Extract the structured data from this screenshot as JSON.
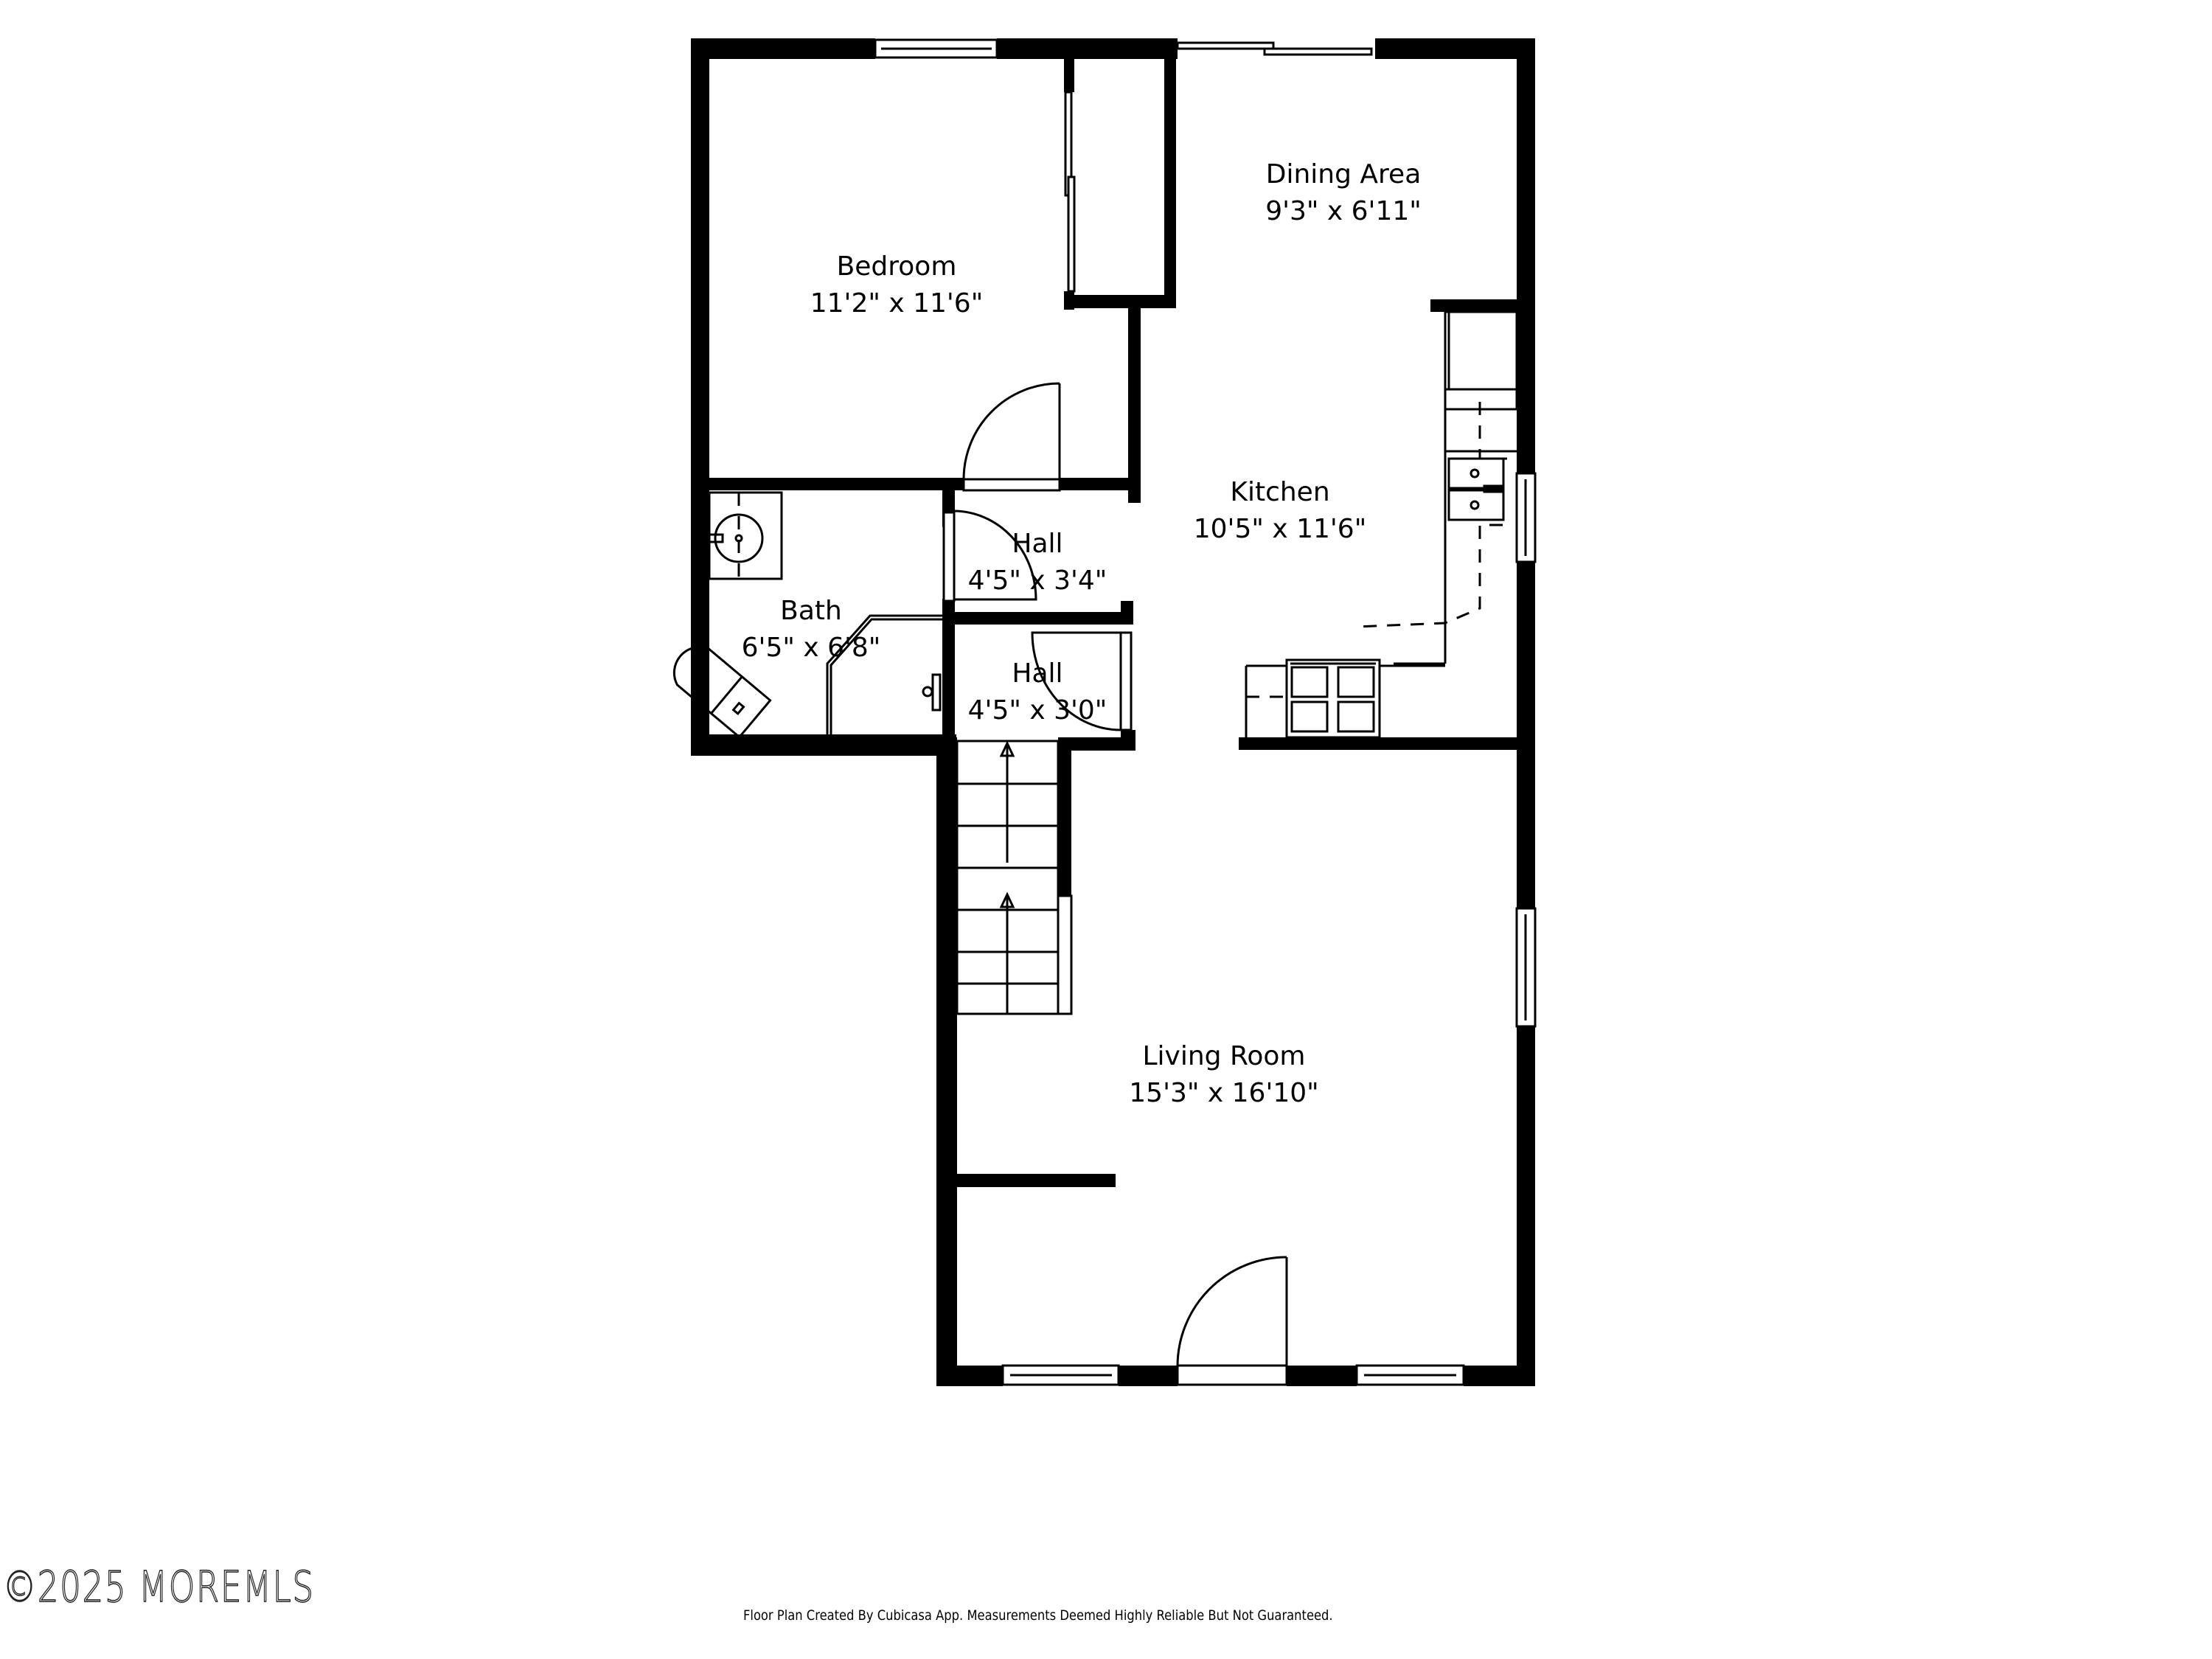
{
  "floor_plan": {
    "rooms": [
      {
        "id": "bedroom",
        "name": "Bedroom",
        "dimensions": "11'2\" x 11'6\""
      },
      {
        "id": "dining",
        "name": "Dining Area",
        "dimensions": "9'3\" x 6'11\""
      },
      {
        "id": "kitchen",
        "name": "Kitchen",
        "dimensions": "10'5\" x 11'6\""
      },
      {
        "id": "bath",
        "name": "Bath",
        "dimensions": "6'5\" x 6'8\""
      },
      {
        "id": "hall_upper",
        "name": "Hall",
        "dimensions": "4'5\" x 3'4\""
      },
      {
        "id": "hall_lower",
        "name": "Hall",
        "dimensions": "4'5\" x 3'0\""
      },
      {
        "id": "living",
        "name": "Living Room",
        "dimensions": "15'3\" x 16'10\""
      }
    ],
    "fixtures": [
      "sink-icon",
      "toilet-icon",
      "shower-icon",
      "stove-icon",
      "kitchen-sink-icon",
      "stairs-icon"
    ]
  },
  "footer": {
    "watermark": "©2025 MOREMLS",
    "credit": "Floor Plan Created By Cubicasa App. Measurements Deemed Highly Reliable But Not Guaranteed."
  }
}
